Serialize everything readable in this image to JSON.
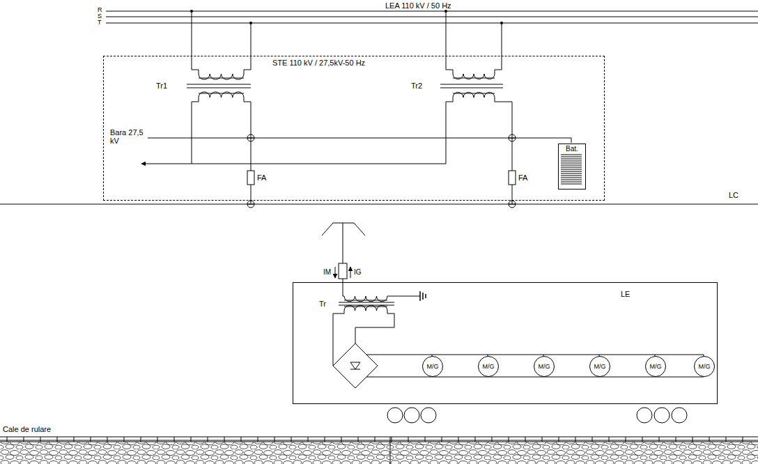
{
  "diagram": {
    "nodes": [
      {
        "text": [
          "STE 110 kV / 27,5kV-50 Hz"
        ]
      },
      {
        "text": [
          "Bat."
        ],
        "in": 0
      },
      {
        "text": [
          "LE"
        ]
      },
      {
        "text": [
          "M/G"
        ],
        "in": 2
      },
      {
        "text": [
          "M/G"
        ],
        "in": 2
      },
      {
        "text": [
          "M/G"
        ],
        "in": 2
      },
      {
        "text": [
          "M/G"
        ],
        "in": 2
      },
      {
        "text": [
          "M/G"
        ],
        "in": 2
      },
      {
        "text": [
          "M/G"
        ],
        "in": 2
      }
    ],
    "labels": [
      "LEA 110 kV / 50 Hz",
      "R",
      "S",
      "T",
      "Tr1",
      "Tr2",
      "Bara 27,5 kV",
      "FA",
      "FA",
      "LC",
      "IM",
      "IG",
      "Tr",
      "Cale de rulare"
    ]
  }
}
